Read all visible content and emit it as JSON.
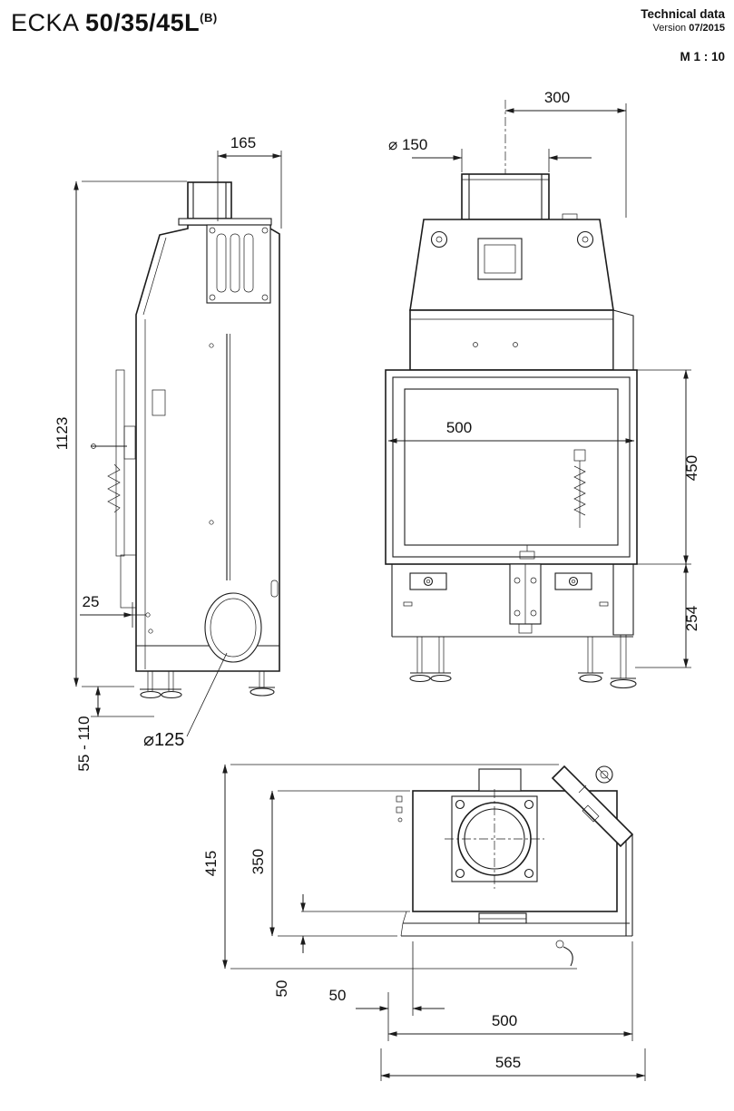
{
  "header": {
    "title_brand": "ECKA ",
    "title_model": "50/35/45L",
    "title_sup": "(B)",
    "tech_data": "Technical data",
    "version_label": "Version ",
    "version_value": "07/2015",
    "scale": "M 1 : 10"
  },
  "dims": {
    "side": {
      "top_depth": "165",
      "total_height": "1123",
      "connector_offset": "25",
      "foot_range": "55 - 110",
      "outlet_dia": "⌀125"
    },
    "front": {
      "flue_offset": "300",
      "flue_dia": "⌀ 150",
      "door_width": "500",
      "door_height": "450",
      "base_height": "254"
    },
    "top": {
      "total_depth": "415",
      "body_depth": "350",
      "front_panel": "50",
      "side_offset": "50",
      "body_width": "500",
      "total_width": "565"
    }
  }
}
